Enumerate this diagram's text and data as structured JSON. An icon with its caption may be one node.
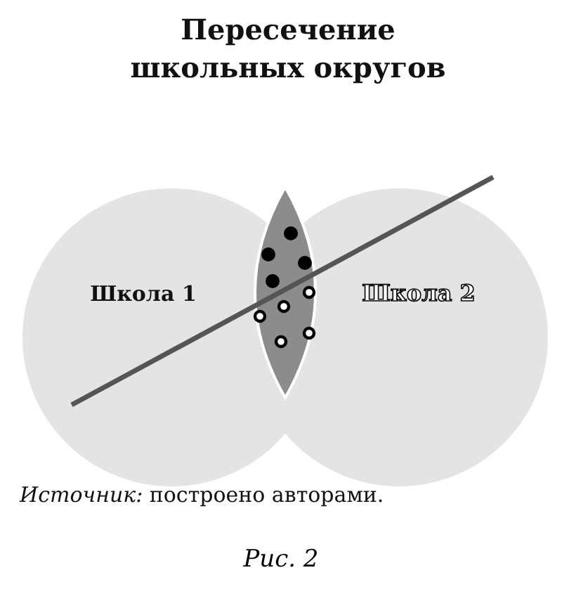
{
  "diagram": {
    "title": "Пересечение школьных округов",
    "nodes": [
      {
        "text": [
          "Школа 1"
        ]
      },
      {
        "text": [
          "Школа 2"
        ]
      }
    ],
    "labels": [
      "*Источник:* построено авторами."
    ],
    "caption": "Рис. 2"
  }
}
